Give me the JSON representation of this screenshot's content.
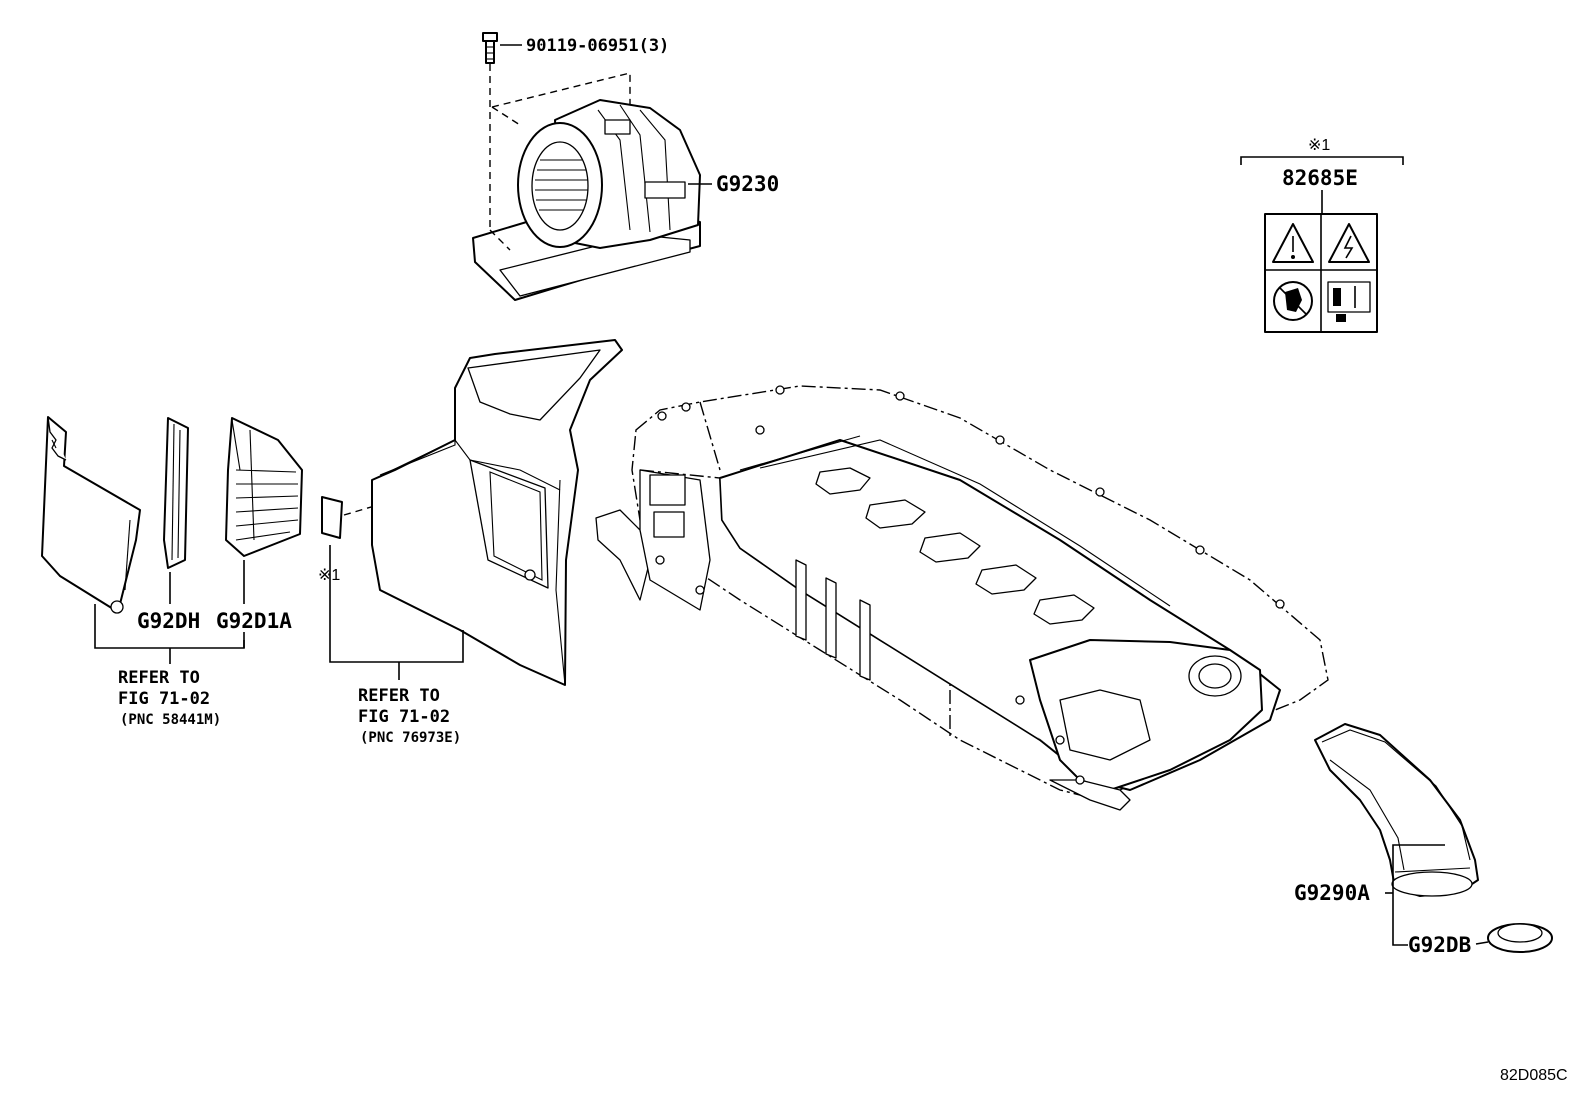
{
  "labels": {
    "bolt": "90119-06951(3)",
    "blower": "G9230",
    "note_mark_top": "※1",
    "label_part": "82685E",
    "left_cover": "G92DH",
    "left_duct": "G92D1A",
    "ref_left_line1": "REFER TO",
    "ref_left_line2": "FIG 71-02",
    "ref_left_line3": "(PNC 58441M)",
    "note_mark_left": "※1",
    "ref_mid_line1": "REFER TO",
    "ref_mid_line2": "FIG 71-02",
    "ref_mid_line3": "(PNC 76973E)",
    "rear_duct": "G9290A",
    "seal": "G92DB",
    "diagram_code": "82D085C"
  }
}
